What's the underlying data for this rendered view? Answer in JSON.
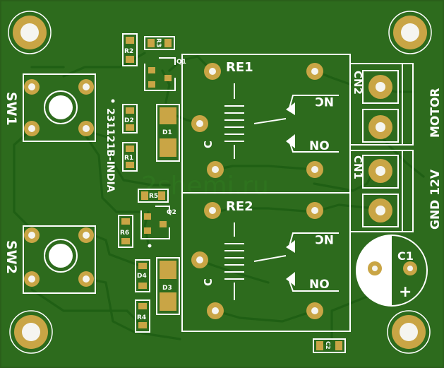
{
  "colors": {
    "board": "#2d6b1d",
    "board_edge": "#2a5f1a",
    "trace": "#1f5f14",
    "silkscreen": "#ffffff",
    "copper": "#c9a545",
    "hole": "#f5f5f0"
  },
  "relays": [
    {
      "ref": "RE1",
      "nc": "NC",
      "no": "NO"
    },
    {
      "ref": "RE2",
      "nc": "NC",
      "no": "NO"
    }
  ],
  "switches": [
    "SW1",
    "SW2"
  ],
  "connectors": {
    "cn2": {
      "ref": "CN2",
      "label": "MOTOR"
    },
    "cn1": {
      "ref": "CN1",
      "label": "GND 12V"
    }
  },
  "capacitors": {
    "c1": "C1",
    "c1_polarity": "+",
    "c2": "C2"
  },
  "resistors": [
    "R1",
    "R2",
    "R3",
    "R4",
    "R5",
    "R6"
  ],
  "diodes": [
    "D1",
    "D2",
    "D3",
    "D4"
  ],
  "transistors": [
    "Q1",
    "Q2"
  ],
  "board_id": "231121B-INDIA",
  "relay_coil_mark": "C",
  "watermark": "2shemi.ru"
}
